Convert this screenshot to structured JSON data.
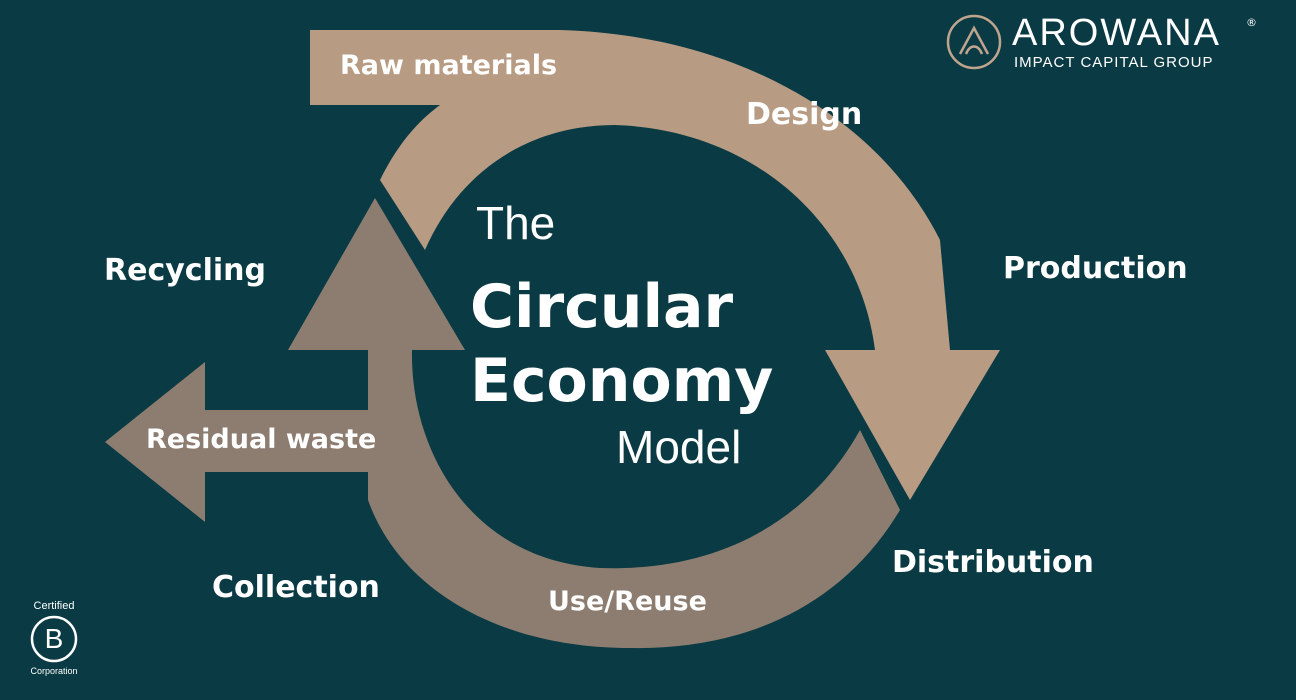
{
  "title": {
    "line1": "The",
    "line2": "Circular",
    "line3": "Economy",
    "line4": "Model"
  },
  "stages": {
    "raw_materials": "Raw materials",
    "design": "Design",
    "production": "Production",
    "distribution": "Distribution",
    "use_reuse": "Use/Reuse",
    "collection": "Collection",
    "residual_waste": "Residual waste",
    "recycling": "Recycling"
  },
  "logo": {
    "brand": "AROWANA",
    "registered": "®",
    "subtitle": "IMPACT CAPITAL GROUP"
  },
  "certification": {
    "top": "Certified",
    "mark": "B",
    "bottom": "Corporation"
  },
  "colors": {
    "background": "#0a3a43",
    "upper_arrow": "#b79b83",
    "lower_arrow": "#8c7d70",
    "text": "#ffffff"
  }
}
